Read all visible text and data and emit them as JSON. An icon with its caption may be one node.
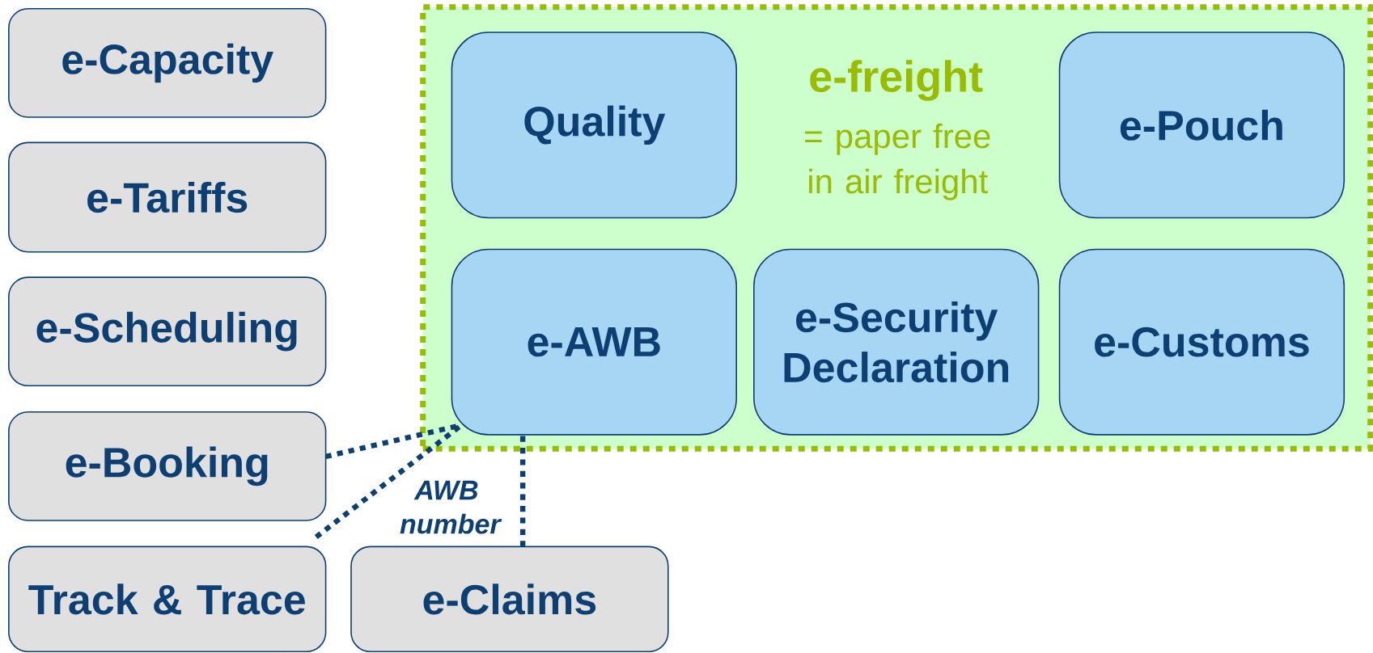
{
  "diagram": {
    "nodes": [
      {
        "text": [
          "e-Capacity"
        ]
      },
      {
        "text": [
          "e-Tariffs"
        ]
      },
      {
        "text": [
          "e-Scheduling"
        ]
      },
      {
        "text": [
          "e-Booking"
        ]
      },
      {
        "text": [
          "Track & Trace"
        ]
      },
      {
        "text": [
          "e-Claims"
        ]
      },
      {
        "text": [
          "e-freight",
          "= paper free in air freight"
        ]
      },
      {
        "text": [
          "Quality"
        ],
        "in": 6
      },
      {
        "text": [
          "e-Pouch"
        ],
        "in": 6
      },
      {
        "text": [
          "e-AWB"
        ],
        "in": 6
      },
      {
        "text": [
          "e-Security Declaration"
        ],
        "in": 6
      },
      {
        "text": [
          "e-Customs"
        ],
        "in": 6
      }
    ],
    "edges": [
      {
        "from": 3,
        "to": 9,
        "arrow": "none",
        "style": "dashed"
      },
      {
        "from": 4,
        "to": 9,
        "arrow": "none",
        "style": "dashed"
      },
      {
        "from": 5,
        "to": 9,
        "arrow": "none",
        "style": "dashed",
        "label": "AWB number"
      }
    ]
  }
}
